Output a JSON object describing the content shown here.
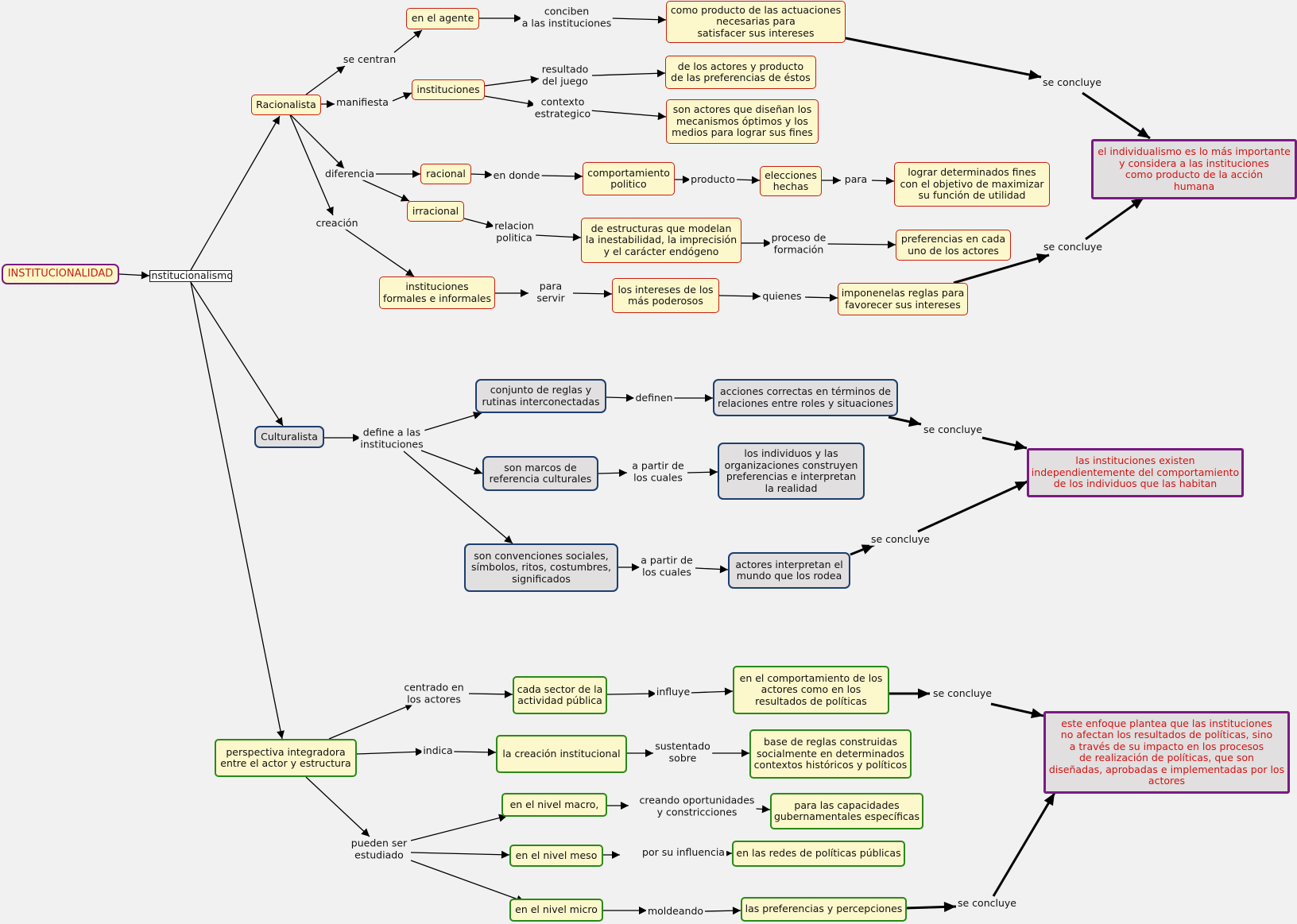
{
  "colors": {
    "background": "#f1f1f1",
    "root_border": "#7a1a82",
    "red_text": "#c81e10",
    "yellow_fill": "#fdf8cc",
    "grey_fill": "#e1dfdf",
    "navy_border": "#1c3f70",
    "green_border": "#2a8a18",
    "conclusion_text": "#d11414"
  },
  "nodes": {
    "institucionalidad": "INSTITUCIONALIDAD",
    "institucionalismo": "institucionalismo",
    "racionalista": "Racionalista",
    "en_el_agente": "en el agente",
    "producto_actuaciones": "como producto de las actuaciones\nnecesarias para\nsatisfacer sus intereses",
    "instituciones": "instituciones",
    "de_los_actores": "de los actores y producto\nde las preferencias de éstos",
    "actores_disenan": "son actores que diseñan los\nmecanismos óptimos y los\nmedios para lograr sus fines",
    "racional": "racional",
    "comportamiento_politico": "comportamiento\npolitico",
    "elecciones_hechas": "elecciones\nhechas",
    "lograr_fines": "lograr determinados fines\ncon el objetivo de maximizar\nsu función de utilidad",
    "irracional": "irracional",
    "estructuras": "de estructuras que modelan\nla inestabilidad, la imprecisión\ny el carácter endógeno",
    "preferencias_actores": "preferencias en cada\nuno de los actores",
    "formales_informales": "instituciones\nformales e informales",
    "intereses_poderosos": "los intereses de los\nmás poderosos",
    "imponenelas": "imponenelas reglas para\nfavorecer sus intereses",
    "concl_individualismo": "el individualismo es lo más importante\ny considera a las instituciones\ncomo producto de la acción\nhumana",
    "culturalista": "Culturalista",
    "conjunto_reglas": "conjunto de reglas y\nrutinas interconectadas",
    "acciones_correctas": "acciones correctas en términos de\nrelaciones entre roles y situaciones",
    "marcos_referencia": "son marcos de\nreferencia culturales",
    "individuos_organizaciones": "los individuos y las\norganizaciones construyen\npreferencias e interpretan\nla realidad",
    "convenciones": "son convenciones sociales,\nsímbolos, ritos, costumbres,\nsignificados",
    "actores_interpretan": "actores interpretan el\nmundo que los rodea",
    "concl_existen": "las instituciones existen\nindependientemente del comportamiento\nde los individuos que las habitan",
    "perspectiva": "perspectiva integradora\nentre el actor y estructura",
    "cada_sector": "cada sector de la\nactividad pública",
    "comportamiento_actores": "en el comportamiento de los\nactores como en los\nresultados de políticas",
    "creacion_institucional": "la creación institucional",
    "base_reglas": "base de reglas construidas\nsocialmente en determinados\ncontextos históricos y políticos",
    "nivel_macro": "en el nivel macro,",
    "capacidades": "para las capacidades\ngubernamentales específicas",
    "nivel_meso": "en el nivel meso",
    "redes_politicas": "en las redes de políticas públicas",
    "nivel_micro": "en el nivel micro",
    "preferencias_percepciones": "las preferencias y percepciones",
    "concl_enfoque": "este enfoque plantea que las instituciones\nno afectan los resultados de políticas, sino\na través de su impacto en los procesos\nde realización de políticas, que son\ndiseñadas, aprobadas e implementadas por los\nactores"
  },
  "labels": {
    "se_centran": "se centran",
    "conciben": "conciben\na las instituciones",
    "manifiesta": "manifiesta",
    "resultado_juego": "resultado\ndel juego",
    "contexto_estrategico": "contexto\nestrategico",
    "diferencia": "diferencia",
    "en_donde": "en donde",
    "producto": "producto",
    "para": "para",
    "creacion": "creación",
    "relacion_politica": "relacion\npolitica",
    "proceso_formacion": "proceso de\nformación",
    "para_servir": "para\nservir",
    "quienes": "quienes",
    "se_concluye_1": "se concluye",
    "se_concluye_2": "se concluye",
    "define_instituciones": "define a las\ninstituciones",
    "definen": "definen",
    "a_partir_1": "a partir de\nlos cuales",
    "a_partir_2": "a partir de\nlos cuales",
    "se_concluye_3": "se concluye",
    "se_concluye_4": "se concluye",
    "centrado_actores": "centrado en\nlos actores",
    "influye": "influye",
    "se_concluye_5": "se concluye",
    "indica": "indica",
    "sustentado_sobre": "sustentado\nsobre",
    "pueden_ser_estudiado": "pueden ser\nestudiado",
    "creando_oportunidades": "creando oportunidades\ny constricciones",
    "por_su_influencia": "por su influencia",
    "moldeando": "moldeando",
    "se_concluye_6": "se concluye"
  }
}
